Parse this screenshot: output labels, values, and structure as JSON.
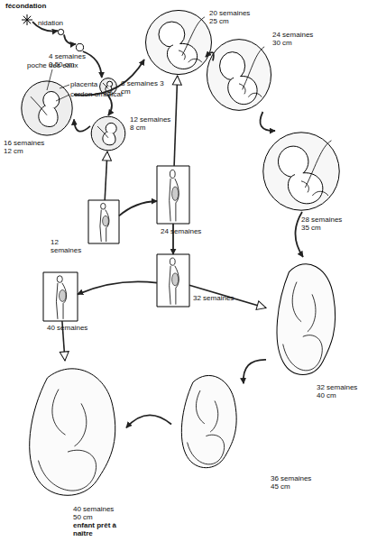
{
  "diagram": {
    "nodes": [
      {
        "text": [
          "fécondation"
        ]
      },
      {
        "text": [
          "nidation"
        ]
      },
      {
        "text": [
          "4 semaines 0,50 cm"
        ]
      },
      {
        "text": [
          "8 semaines 3 cm"
        ]
      },
      {
        "text": [
          "12 semaines 8 cm"
        ]
      },
      {
        "text": [
          "16 semaines 12 cm"
        ]
      },
      {
        "text": [
          "20 semaines 25 cm"
        ]
      },
      {
        "text": [
          "24 semaines 30 cm"
        ]
      },
      {
        "text": [
          "28 semaines 35 cm"
        ]
      },
      {
        "text": [
          "32 semaines 40 cm"
        ]
      },
      {
        "text": [
          "36 semaines 45 cm"
        ]
      },
      {
        "text": [
          "40 semaines 50 cm",
          "enfant prêt à naître"
        ]
      },
      {
        "text": [
          "12 semaines"
        ]
      },
      {
        "text": [
          "24 semaines"
        ]
      },
      {
        "text": [
          "32 semaines"
        ]
      },
      {
        "text": [
          "40 semaines"
        ]
      }
    ],
    "edges": [
      {
        "from": 0,
        "to": 1,
        "arrow": "to"
      },
      {
        "from": 1,
        "to": 2,
        "arrow": "to"
      },
      {
        "from": 2,
        "to": 3,
        "arrow": "to"
      },
      {
        "from": 3,
        "to": 4,
        "arrow": "to"
      },
      {
        "from": 4,
        "to": 5,
        "arrow": "to"
      },
      {
        "from": 5,
        "to": 6,
        "arrow": "to"
      },
      {
        "from": 6,
        "to": 7,
        "arrow": "to"
      },
      {
        "from": 7,
        "to": 8,
        "arrow": "to"
      },
      {
        "from": 8,
        "to": 9,
        "arrow": "to"
      },
      {
        "from": 9,
        "to": 10,
        "arrow": "to"
      },
      {
        "from": 10,
        "to": 11,
        "arrow": "to"
      },
      {
        "from": 12,
        "to": 4,
        "arrow": "to"
      },
      {
        "from": 12,
        "to": 13,
        "arrow": "to"
      },
      {
        "from": 13,
        "to": 6,
        "arrow": "to"
      },
      {
        "from": 13,
        "to": 14,
        "arrow": "to"
      },
      {
        "from": 14,
        "to": 9,
        "arrow": "to"
      },
      {
        "from": 14,
        "to": 15,
        "arrow": "to"
      },
      {
        "from": 15,
        "to": 11,
        "arrow": "to"
      }
    ],
    "labels": [
      "poche des eaux",
      "placenta",
      "cordon ombilical"
    ]
  }
}
